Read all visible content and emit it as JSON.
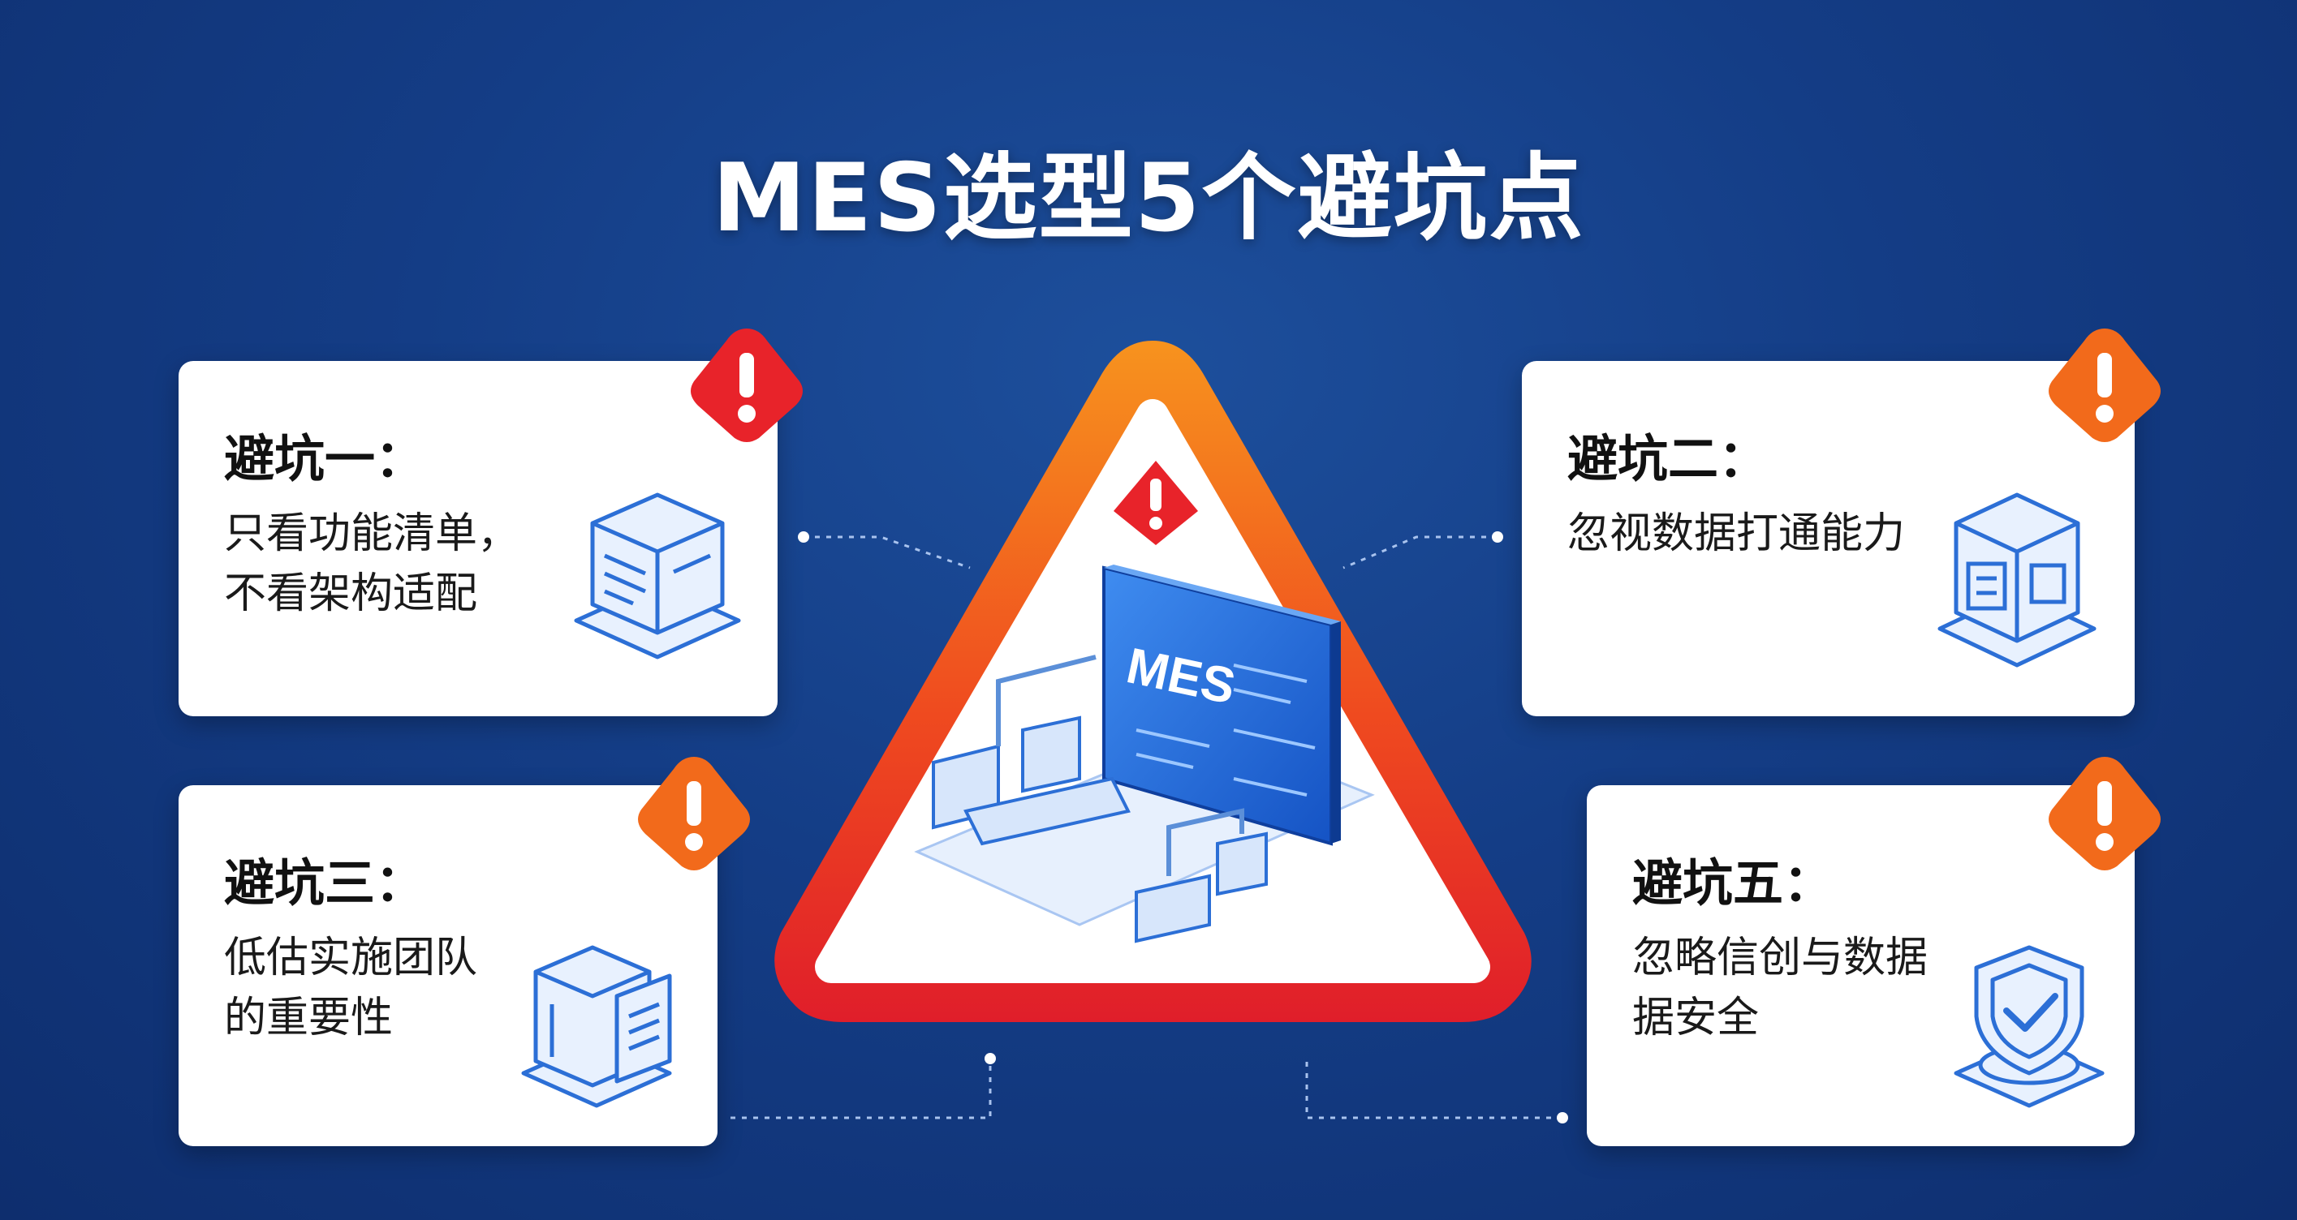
{
  "title": "MES选型5个避坑点",
  "colors": {
    "background": "#143d86",
    "card": "#ffffff",
    "warning_red": "#e8232a",
    "warning_orange": "#f26a1b",
    "icon_blue": "#2c6fd6"
  },
  "center": {
    "screen_label": "MES"
  },
  "pitfalls": [
    {
      "heading": "避坑一：",
      "lines": [
        "只看功能清单，",
        "不看架构适配"
      ],
      "icon": "server-box-icon",
      "badge": "warning-icon-red"
    },
    {
      "heading": "避坑二：",
      "lines": [
        "忽视数据打通能力"
      ],
      "icon": "data-cube-icon",
      "badge": "warning-icon-orange"
    },
    {
      "heading": "避坑三：",
      "lines": [
        "低估实施团队",
        "的重要性"
      ],
      "icon": "document-stack-icon",
      "badge": "warning-icon-orange"
    },
    {
      "heading": "避坑五：",
      "lines": [
        "忽略信创与数据",
        "据安全"
      ],
      "icon": "shield-check-icon",
      "badge": "warning-icon-orange"
    }
  ]
}
